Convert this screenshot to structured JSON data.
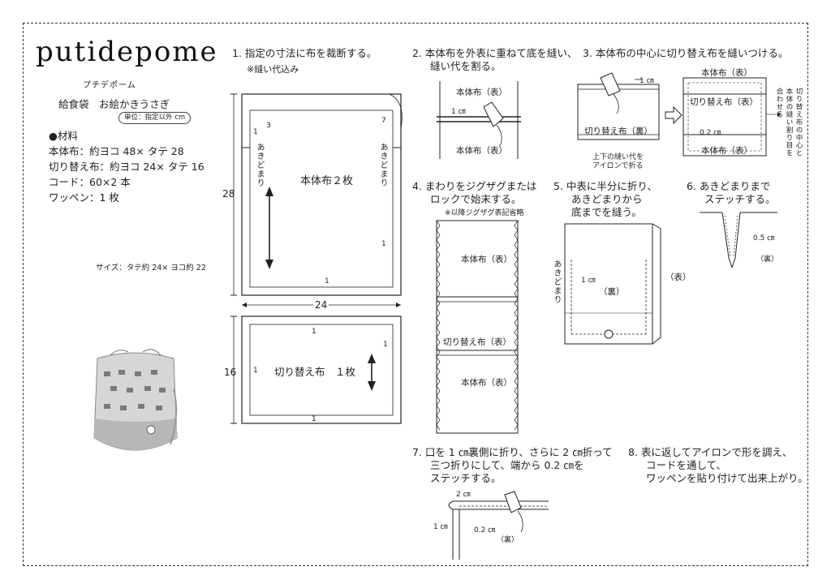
{
  "brand": {
    "logo": "putidepome",
    "kana": "プチデポーム"
  },
  "product": {
    "title": "給食袋　お絵かきうさぎ",
    "unit_note": "単位：指定以外 cm"
  },
  "materials": {
    "heading": "●材料",
    "items": [
      "本体布：約ヨコ 48× タテ 28",
      "切り替え布：約ヨコ 24× タテ 16",
      "コード：60×2 本",
      "ワッペン：1 枚"
    ]
  },
  "size_note": "サイズ：タテ約 24× ヨコ約 22",
  "steps": {
    "s1": {
      "num": "1.",
      "line1": "指定の寸法に布を裁断する。",
      "note": "※縫い代込み"
    },
    "s2": {
      "num": "2.",
      "line1": "本体布を外表に重ねて底を縫い、",
      "line2": "縫い代を割る。"
    },
    "s3": {
      "num": "3.",
      "line1": "本体布の中心に切り替え布を縫いつける。"
    },
    "s4": {
      "num": "4.",
      "line1": "まわりをジグザグまたは",
      "line2": "ロックで始末する。",
      "note": "※以降ジグザグ表記省略"
    },
    "s5": {
      "num": "5.",
      "line1": "中表に半分に折り、",
      "line2": "あきどまりから",
      "line3": "底までを縫う。"
    },
    "s6": {
      "num": "6.",
      "line1": "あきどまりまで",
      "line2": "ステッチする。"
    },
    "s7": {
      "num": "7.",
      "line1": "口を 1 ㎝裏側に折り、さらに 2 ㎝折って",
      "line2": "三つ折りにして、端から 0.2 ㎝を",
      "line3": "ステッチする。"
    },
    "s8": {
      "num": "8.",
      "line1": "表に返してアイロンで形を調え、",
      "line2": "コードを通して、",
      "line3": "ワッペンを貼り付けて出来上がり。"
    }
  },
  "diagram1": {
    "body_label": "本体布２枚",
    "dim_height": "28",
    "dim_width": "24",
    "seam_1": "1",
    "seam_3": "3",
    "seam_7": "7",
    "open_stop": "あきどまり"
  },
  "diagram_switch": {
    "label": "切り替え布　１枚",
    "dim_height": "16",
    "seam_1": "1"
  },
  "diagram2": {
    "front_top": "本体布（表）",
    "front_bottom": "本体布（表）",
    "seam": "1 ㎝"
  },
  "diagram3": {
    "seam": "1 ㎝",
    "back_label": "切り替え布（裏）",
    "iron_note_1": "上下の縫い代を",
    "iron_note_2": "アイロンで折る",
    "front_top": "本体布（表）",
    "switch_front": "切り替え布（表）",
    "front_bottom": "本体布（表）",
    "stitch": "0.2 ㎝",
    "align_note_1": "切り替え布の中心と",
    "align_note_2": "本体の縫い割り目を",
    "align_note_3": "合わせる"
  },
  "diagram4": {
    "top": "本体布（表）",
    "middle": "切り替え布（表）",
    "bottom": "本体布（表）"
  },
  "diagram5": {
    "open_stop": "あきどまり",
    "seam": "1 ㎝",
    "back": "（裏）",
    "front": "（表）"
  },
  "diagram6": {
    "seam": "0.5 ㎝",
    "back": "（裏）"
  },
  "diagram7": {
    "fold2": "2 ㎝",
    "fold1": "1 ㎝",
    "stitch": "0.2 ㎝",
    "back": "（裏）"
  }
}
